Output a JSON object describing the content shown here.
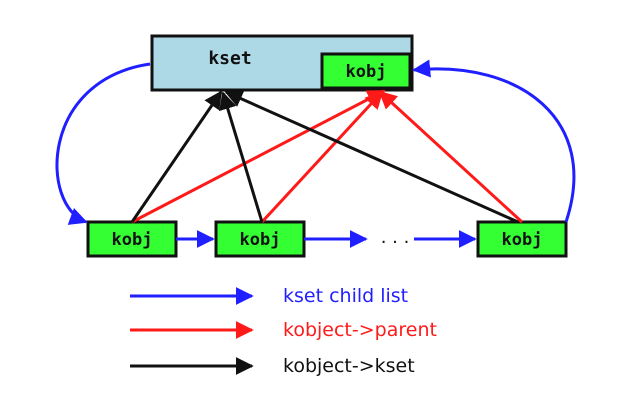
{
  "diagram": {
    "kset_box": {
      "label": "kset",
      "inner_kobj_label": "kobj"
    },
    "children": [
      {
        "label": "kobj"
      },
      {
        "label": "kobj"
      },
      {
        "label": "kobj"
      }
    ],
    "ellipsis": ". . .",
    "legend": [
      {
        "label": "kset child list",
        "color": "#1f1fff"
      },
      {
        "label": "kobject->parent",
        "color": "#ff1a1a"
      },
      {
        "label": "kobject->kset",
        "color": "#111111"
      }
    ]
  },
  "colors": {
    "kset_fill": "#add8e6",
    "kobj_fill": "#33ff33",
    "box_stroke": "#111111",
    "blue": "#1f1fff",
    "red": "#ff1a1a",
    "black": "#111111"
  }
}
